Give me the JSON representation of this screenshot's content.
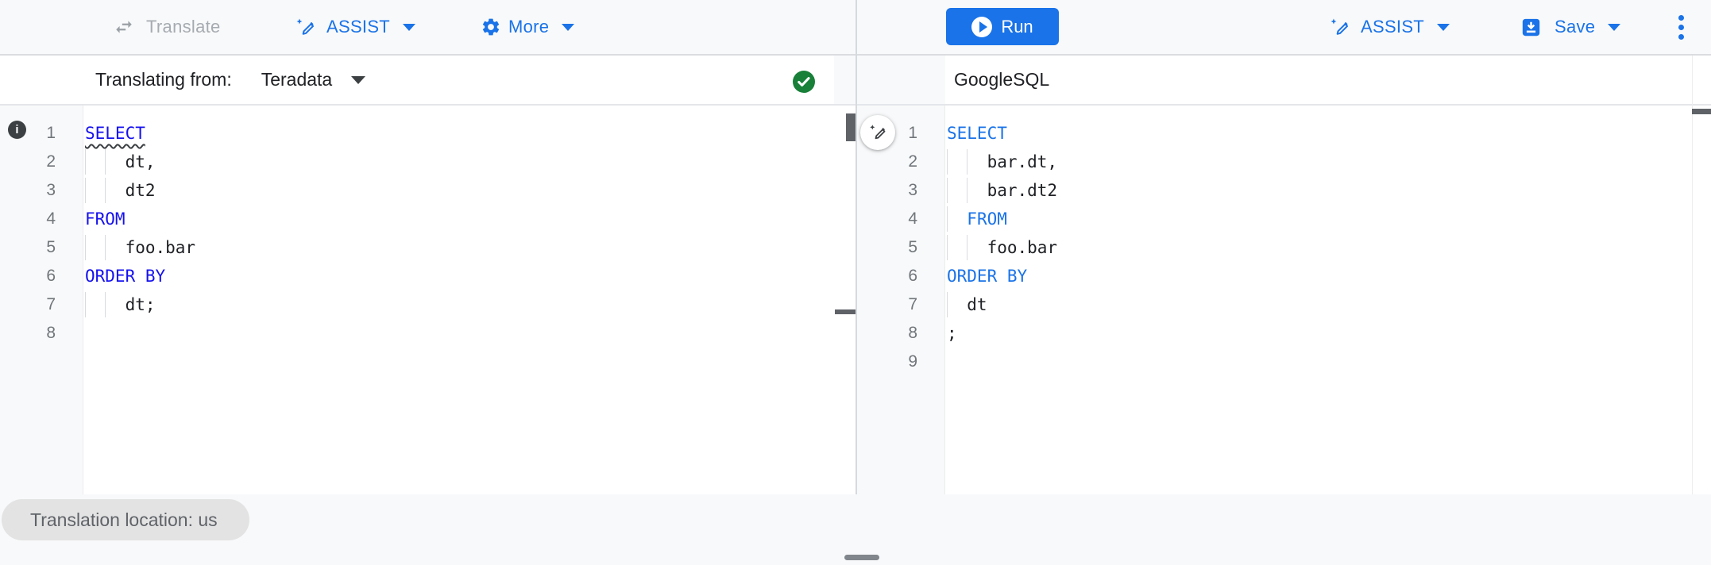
{
  "toolbar": {
    "translate_label": "Translate",
    "assist_left_label": "ASSIST",
    "more_label": "More",
    "run_label": "Run",
    "assist_right_label": "ASSIST",
    "save_label": "Save"
  },
  "left_pane": {
    "header_label": "Translating from:",
    "dialect_selected": "Teradata",
    "status_icon": "success-check",
    "editor": {
      "lines": [
        {
          "num": 1,
          "guides": [],
          "tokens": [
            {
              "text": "SELECT",
              "type": "keyword",
              "decoration": "wavy-underline"
            }
          ]
        },
        {
          "num": 2,
          "guides": [
            0,
            2
          ],
          "tokens": [
            {
              "text": "    dt,",
              "type": "plain"
            }
          ]
        },
        {
          "num": 3,
          "guides": [
            0,
            2
          ],
          "tokens": [
            {
              "text": "    dt2",
              "type": "plain"
            }
          ]
        },
        {
          "num": 4,
          "guides": [],
          "tokens": [
            {
              "text": "FROM",
              "type": "keyword"
            }
          ]
        },
        {
          "num": 5,
          "guides": [
            0,
            2
          ],
          "tokens": [
            {
              "text": "    foo.bar",
              "type": "plain"
            }
          ]
        },
        {
          "num": 6,
          "guides": [],
          "tokens": [
            {
              "text": "ORDER BY",
              "type": "keyword"
            }
          ]
        },
        {
          "num": 7,
          "guides": [
            0,
            2
          ],
          "tokens": [
            {
              "text": "    dt;",
              "type": "plain"
            }
          ]
        },
        {
          "num": 8,
          "guides": [],
          "tokens": []
        }
      ]
    }
  },
  "right_pane": {
    "header_label": "GoogleSQL",
    "editor": {
      "lines": [
        {
          "num": 1,
          "guides": [],
          "tokens": [
            {
              "text": "SELECT",
              "type": "keyword"
            }
          ]
        },
        {
          "num": 2,
          "guides": [
            0,
            2
          ],
          "tokens": [
            {
              "text": "    bar.dt,",
              "type": "plain"
            }
          ]
        },
        {
          "num": 3,
          "guides": [
            0,
            2
          ],
          "tokens": [
            {
              "text": "    bar.dt2",
              "type": "plain"
            }
          ]
        },
        {
          "num": 4,
          "guides": [
            0
          ],
          "tokens": [
            {
              "text": "  ",
              "type": "plain"
            },
            {
              "text": "FROM",
              "type": "keyword"
            }
          ]
        },
        {
          "num": 5,
          "guides": [
            0,
            2
          ],
          "tokens": [
            {
              "text": "    foo.bar",
              "type": "plain"
            }
          ]
        },
        {
          "num": 6,
          "guides": [],
          "tokens": [
            {
              "text": "ORDER BY",
              "type": "keyword"
            }
          ]
        },
        {
          "num": 7,
          "guides": [
            0
          ],
          "tokens": [
            {
              "text": "  dt",
              "type": "plain"
            }
          ]
        },
        {
          "num": 8,
          "guides": [],
          "tokens": [
            {
              "text": ";",
              "type": "plain"
            }
          ]
        },
        {
          "num": 9,
          "guides": [],
          "tokens": []
        }
      ]
    }
  },
  "footer": {
    "location_chip": "Translation location: us"
  },
  "icons": {
    "translate": "swap-horizontal-icon",
    "assist": "magic-pen-icon",
    "more": "gear-icon",
    "run": "play-circle-icon",
    "save": "save-download-icon",
    "menu": "kebab-menu-icon",
    "left_gutter": "info-icon",
    "status": "check-circle-icon",
    "floating": "magic-pen-icon"
  },
  "colors": {
    "accent_blue": "#1a73e8",
    "left_keyword_blue": "#1511ef",
    "right_keyword_blue": "#1a73e8",
    "success_green": "#188038",
    "toolbar_bg": "#f8f9fa",
    "chip_bg": "#e3e3e3",
    "chip_text": "#5f6368",
    "scroll_thumb": "#5f6368",
    "disabled_text": "#a6abb1"
  }
}
